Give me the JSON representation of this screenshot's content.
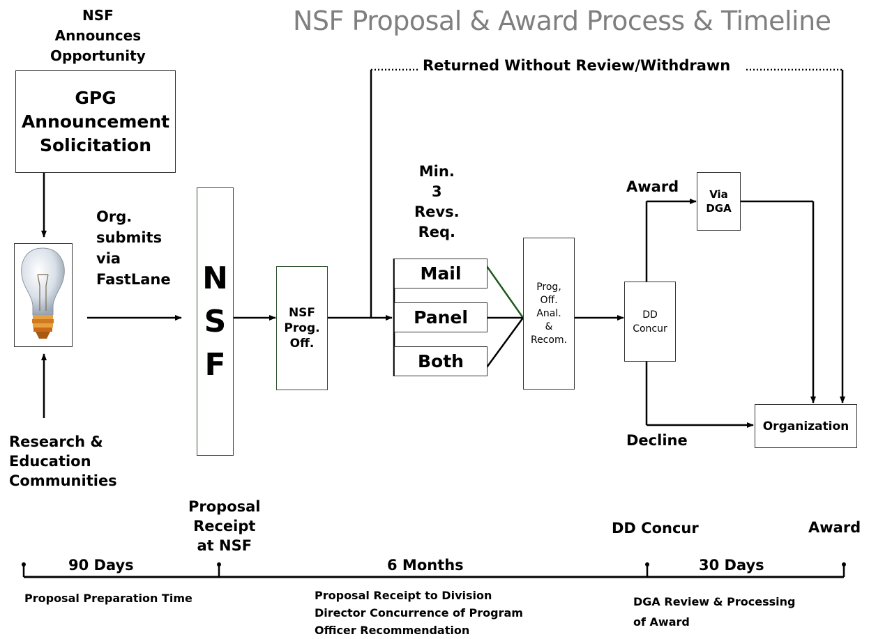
{
  "title": "NSF Proposal & Award Process & Timeline",
  "nsf_announces": "NSF\nAnnounces\nOpportunity",
  "gpg_box": "GPG\nAnnouncement\nSolicitation",
  "org_submits": "Org.\nsubmits\nvia\nFastLane",
  "research_communities": "Research &\nEducation\nCommunities",
  "nsf_box": "N\nS\nF",
  "nsf_prog_off": "NSF\nProg.\nOff.",
  "returned_label": "Returned Without Review/Withdrawn",
  "min_reviews": "Min.\n3\nRevs.\nReq.",
  "review_types": [
    "Mail",
    "Panel",
    "Both"
  ],
  "prog_off_anal": "Prog,\nOff.\nAnal.\n&\nRecom.",
  "dd_concur_box": "DD\nConcur",
  "award_label": "Award",
  "via_dga": "Via\nDGA",
  "decline_label": "Decline",
  "organization": "Organization",
  "timeline": {
    "proposal_receipt": "Proposal\nReceipt\nat NSF",
    "dd_concur": "DD Concur",
    "award": "Award",
    "segments": [
      "90 Days",
      "6 Months",
      "30 Days"
    ],
    "desc_preparation": "Proposal Preparation  Time",
    "desc_receipt": "Proposal Receipt to Division\nDirector Concurrence of Program\nOfficer  Recommendation",
    "desc_dga": "DGA Review & Processing\nof Award"
  },
  "colors": {
    "title": "#7f7f7f",
    "green_line": "#1f5a1f",
    "bulb_glass": "#dfe6ee",
    "bulb_base": "#e8902a"
  },
  "icons": {
    "bulb": "lightbulb-icon"
  }
}
